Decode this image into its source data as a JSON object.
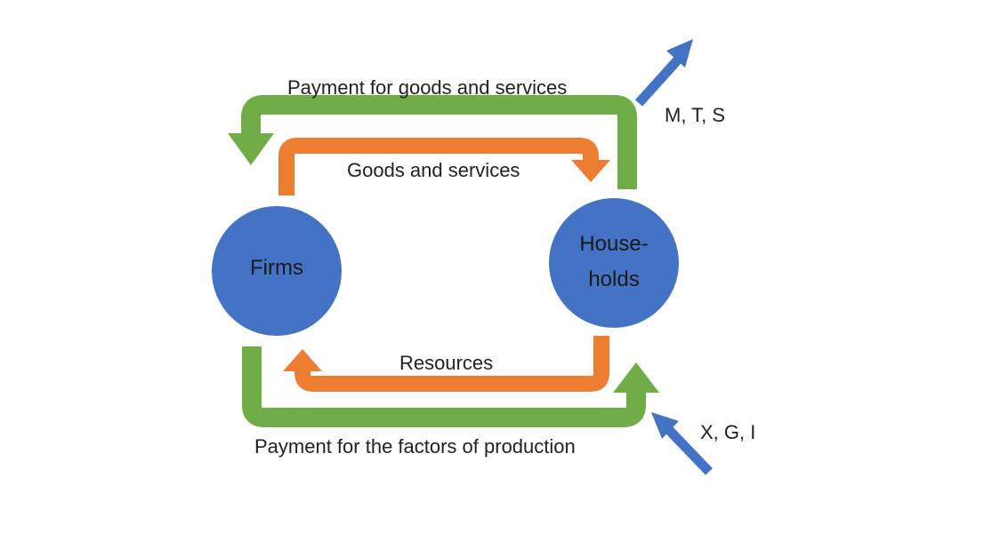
{
  "nodes": {
    "firms": {
      "lines": [
        "Firms"
      ]
    },
    "households": {
      "lines": [
        "House-",
        "holds"
      ]
    }
  },
  "flows": {
    "payment_goods": "Payment for goods and services",
    "goods_services": "Goods and services",
    "resources": "Resources",
    "payment_factors": "Payment for the factors of production"
  },
  "leakages": {
    "label": "M, T, S"
  },
  "injections": {
    "label": "X, G, I"
  },
  "colors": {
    "node_fill": "#4472c4",
    "green_flow": "#70ad47",
    "orange_flow": "#ed7d31",
    "arrow_blue": "#4472c4",
    "text": "#222222"
  }
}
